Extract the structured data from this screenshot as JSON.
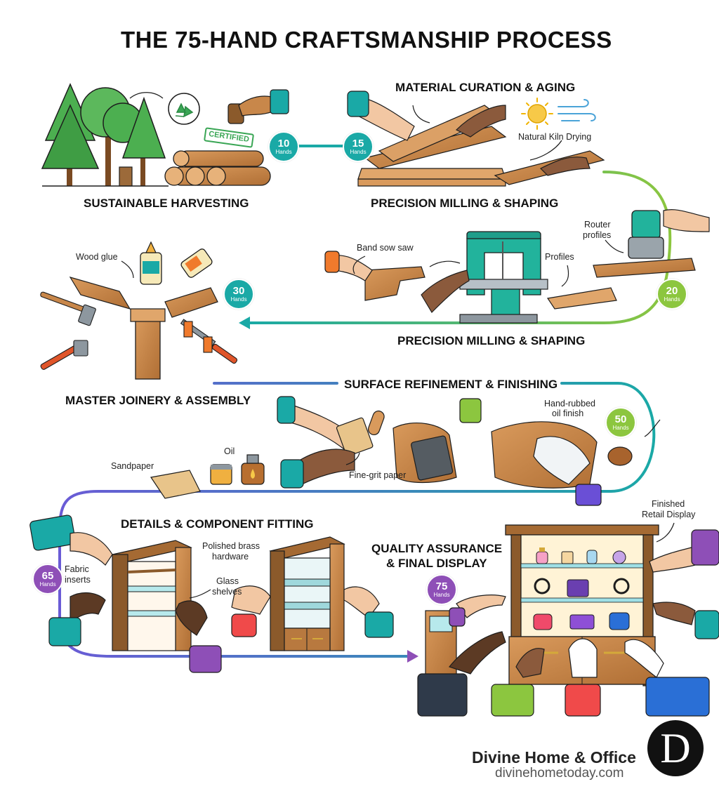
{
  "title": "THE 75-HAND CRAFTSMANSHIP PROCESS",
  "sections": {
    "harvesting": "SUSTAINABLE HARVESTING",
    "curation": "MATERIAL CURATION & AGING",
    "milling_top": "PRECISION MILLING & SHAPING",
    "milling_mid": "PRECISION MILLING & SHAPING",
    "joinery": "MASTER JOINERY & ASSEMBLY",
    "finishing": "SURFACE REFINEMENT & FINISHING",
    "fitting": "DETAILS & COMPONENT FITTING",
    "qa_line1": "QUALITY ASSURANCE",
    "qa_line2": "& FINAL DISPLAY"
  },
  "annotations": {
    "certified": "CERTIFIED",
    "kiln": "Natural Kiln Drying",
    "band_saw": "Band sow saw",
    "router_1": "Router",
    "router_2": "profiles",
    "profiles": "Profiles",
    "wood_glue": "Wood glue",
    "sandpaper": "Sandpaper",
    "oil": "Oil",
    "fine_grit": "Fine-grit paper",
    "hand_rubbed_1": "Hand-rubbed",
    "hand_rubbed_2": "oil finish",
    "brass_1": "Polished brass",
    "brass_2": "hardware",
    "glass_1": "Glass",
    "glass_2": "shelves",
    "fabric_1": "Fabric",
    "fabric_2": "inserts",
    "finished_1": "Finished",
    "finished_2": "Retail Display"
  },
  "badges": [
    {
      "number": "10",
      "unit": "Hands",
      "color": "#1aa9a6"
    },
    {
      "number": "15",
      "unit": "Hands",
      "color": "#1aa9a6"
    },
    {
      "number": "20",
      "unit": "Hands",
      "color": "#8cc63f"
    },
    {
      "number": "30",
      "unit": "Hands",
      "color": "#1aa9a6"
    },
    {
      "number": "50",
      "unit": "Hands",
      "color": "#8cc63f"
    },
    {
      "number": "65",
      "unit": "Hands",
      "color": "#8e4fb7"
    },
    {
      "number": "75",
      "unit": "Hands",
      "color": "#8e4fb7"
    }
  ],
  "colors": {
    "teal": "#1aa9a6",
    "green": "#8cc63f",
    "purple": "#8e4fb7",
    "wood": "#c8874a",
    "wood_dark": "#8b5a2b"
  },
  "icons": [
    "recycle-icon",
    "sun-icon",
    "wind-icon",
    "glue-bottle-icon",
    "hammer-icon",
    "clamp-icon",
    "oil-can-icon",
    "jewelry-icon",
    "handbag-icon",
    "perfume-icon"
  ],
  "footer": {
    "brand": "Divine Home & Office",
    "url": "divinehometoday.com",
    "logo_letter": "D"
  }
}
